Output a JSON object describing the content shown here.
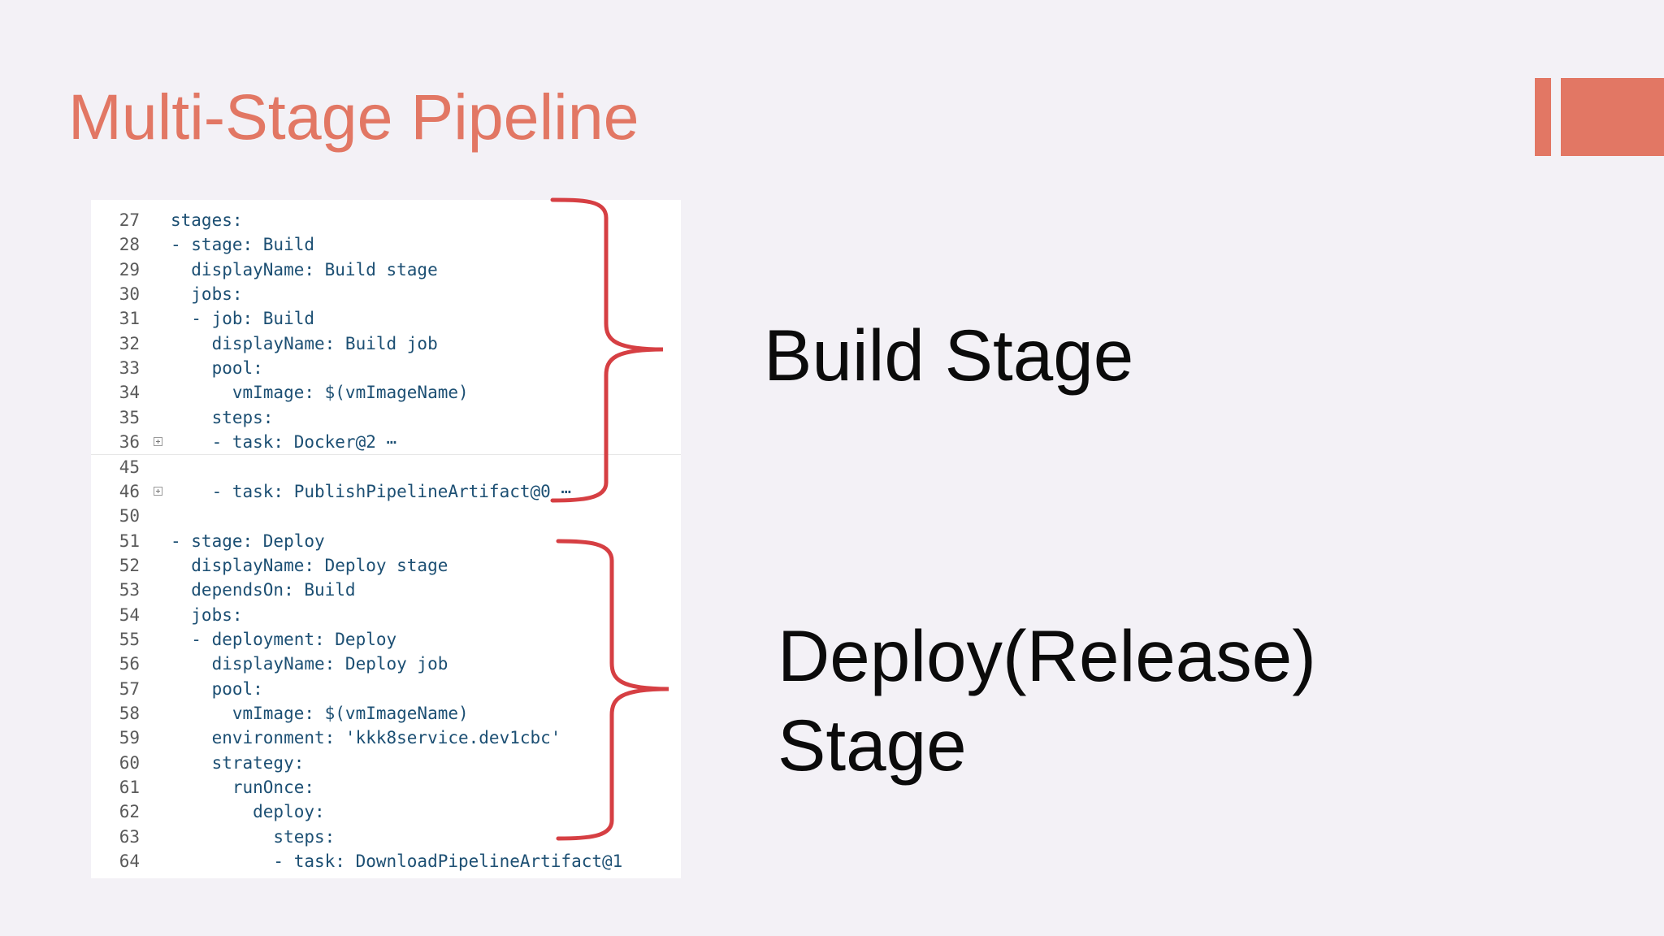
{
  "slide": {
    "title": "Multi-Stage Pipeline",
    "accent_color": "#e27764"
  },
  "code": {
    "lines": [
      {
        "num": "27",
        "text": "stages:",
        "folded": false
      },
      {
        "num": "28",
        "text": "- stage: Build",
        "folded": false
      },
      {
        "num": "29",
        "text": "  displayName: Build stage",
        "folded": false
      },
      {
        "num": "30",
        "text": "  jobs:",
        "folded": false
      },
      {
        "num": "31",
        "text": "  - job: Build",
        "folded": false
      },
      {
        "num": "32",
        "text": "    displayName: Build job",
        "folded": false
      },
      {
        "num": "33",
        "text": "    pool:",
        "folded": false
      },
      {
        "num": "34",
        "text": "      vmImage: $(vmImageName)",
        "folded": false
      },
      {
        "num": "35",
        "text": "    steps:",
        "folded": false
      },
      {
        "num": "36",
        "text": "    - task: Docker@2 ⋯",
        "folded": true
      },
      {
        "num": "45",
        "text": "",
        "folded": false
      },
      {
        "num": "46",
        "text": "    - task: PublishPipelineArtifact@0 ⋯",
        "folded": true
      },
      {
        "num": "50",
        "text": "",
        "folded": false
      },
      {
        "num": "51",
        "text": "- stage: Deploy",
        "folded": false
      },
      {
        "num": "52",
        "text": "  displayName: Deploy stage",
        "folded": false
      },
      {
        "num": "53",
        "text": "  dependsOn: Build",
        "folded": false
      },
      {
        "num": "54",
        "text": "  jobs:",
        "folded": false
      },
      {
        "num": "55",
        "text": "  - deployment: Deploy",
        "folded": false
      },
      {
        "num": "56",
        "text": "    displayName: Deploy job",
        "folded": false
      },
      {
        "num": "57",
        "text": "    pool:",
        "folded": false
      },
      {
        "num": "58",
        "text": "      vmImage: $(vmImageName)",
        "folded": false
      },
      {
        "num": "59",
        "text": "    environment: 'kkk8service.dev1cbc'",
        "folded": false
      },
      {
        "num": "60",
        "text": "    strategy:",
        "folded": false
      },
      {
        "num": "61",
        "text": "      runOnce:",
        "folded": false
      },
      {
        "num": "62",
        "text": "        deploy:",
        "folded": false
      },
      {
        "num": "63",
        "text": "          steps:",
        "folded": false
      },
      {
        "num": "64",
        "text": "          - task: DownloadPipelineArtifact@1",
        "folded": false
      }
    ]
  },
  "labels": {
    "build": "Build Stage",
    "deploy_line1": "Deploy(Release)",
    "deploy_line2": "Stage"
  },
  "colors": {
    "brace": "#d63f43",
    "code_key": "#1f6f5f",
    "code_value": "#1c4f80"
  }
}
